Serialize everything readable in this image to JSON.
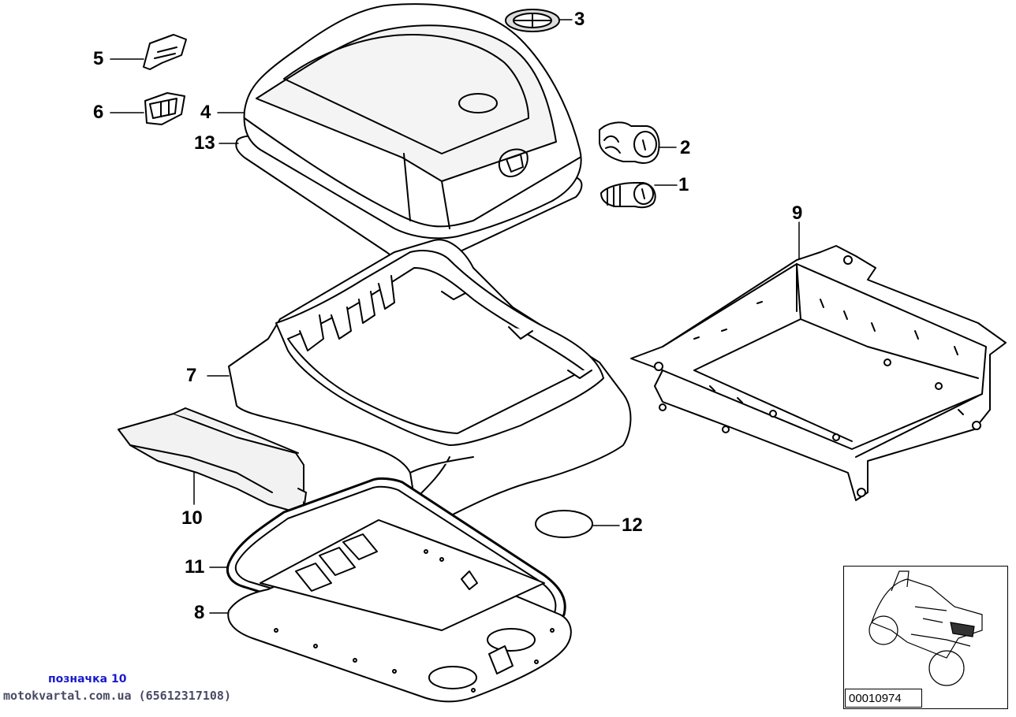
{
  "callouts": {
    "c1": "1",
    "c2": "2",
    "c3": "3",
    "c4": "4",
    "c5": "5",
    "c6": "6",
    "c7": "7",
    "c8": "8",
    "c9": "9",
    "c10": "10",
    "c11": "11",
    "c12": "12",
    "c13": "13"
  },
  "caption": {
    "note": "позначка 10",
    "source": "motokvartal.com.ua (65612317108)",
    "ref_number": "00010974"
  },
  "colors": {
    "line": "#000000",
    "accent_text": "#1a1acd",
    "shade": "#e6e6e6"
  }
}
